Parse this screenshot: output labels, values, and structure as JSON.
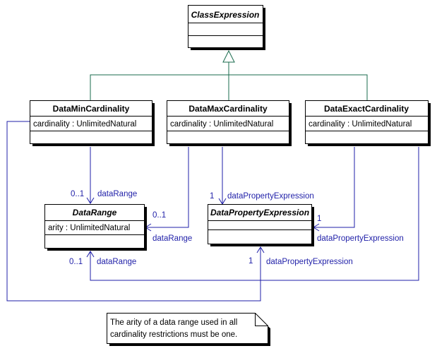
{
  "classes": {
    "class_expression": {
      "name": "ClassExpression",
      "attribute": ""
    },
    "data_min_cardinality": {
      "name": "DataMinCardinality",
      "attribute": "cardinality : UnlimitedNatural"
    },
    "data_max_cardinality": {
      "name": "DataMaxCardinality",
      "attribute": "cardinality : UnlimitedNatural"
    },
    "data_exact_cardinality": {
      "name": "DataExactCardinality",
      "attribute": "cardinality : UnlimitedNatural"
    },
    "data_range": {
      "name": "DataRange",
      "attribute": "arity : UnlimitedNatural"
    },
    "data_property_expression": {
      "name": "DataPropertyExpression",
      "attribute": ""
    }
  },
  "associations": {
    "min_to_range": {
      "multiplicity": "0..1",
      "role": "dataRange"
    },
    "max_to_range": {
      "multiplicity": "0..1",
      "role": "dataRange"
    },
    "max_to_property": {
      "multiplicity": "1",
      "role": "dataPropertyExpression"
    },
    "exact_to_property": {
      "multiplicity": "1",
      "role": "dataPropertyExpression"
    },
    "exact_to_range": {
      "multiplicity": "0..1",
      "role": "dataRange"
    },
    "min_to_property": {
      "multiplicity": "1",
      "role": "dataPropertyExpression"
    }
  },
  "note": {
    "line1": "The arity of a data range used in all",
    "line2": "cardinality restrictions must be one."
  }
}
